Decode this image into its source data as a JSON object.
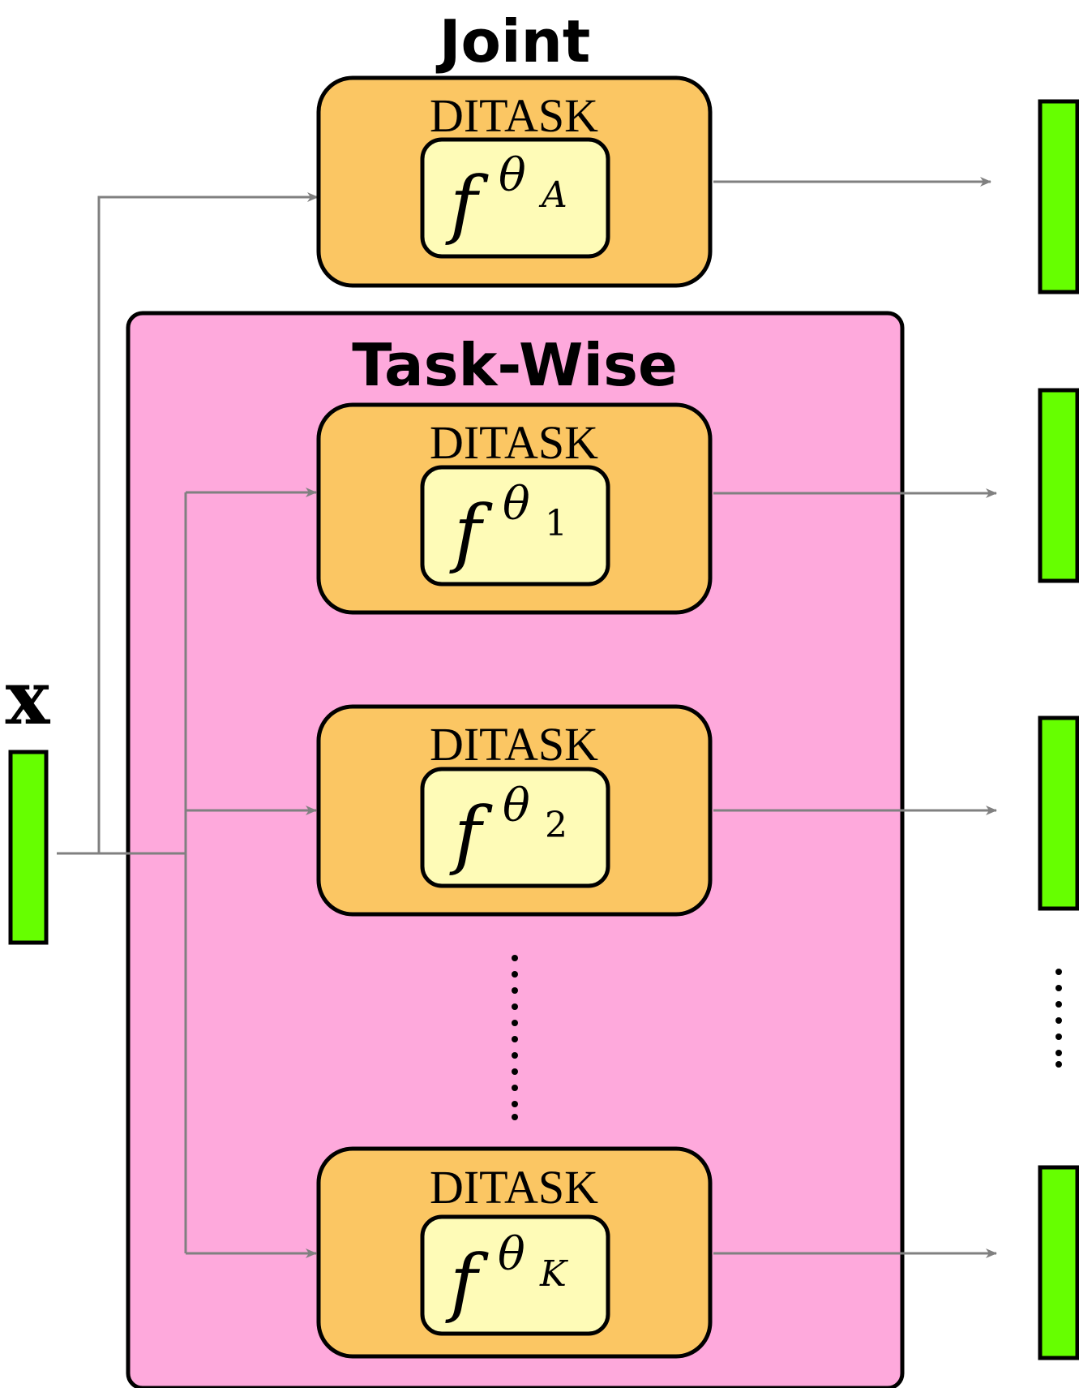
{
  "input": {
    "label": "x"
  },
  "joint": {
    "title": "Joint",
    "block_label": "DITASK",
    "func": "f",
    "param": "θ",
    "sub": "A"
  },
  "taskwise": {
    "title": "Task-Wise",
    "blocks": [
      {
        "block_label": "DITASK",
        "func": "f",
        "param": "θ",
        "sub": "1"
      },
      {
        "block_label": "DITASK",
        "func": "f",
        "param": "θ",
        "sub": "2"
      },
      {
        "block_label": "DITASK",
        "func": "f",
        "param": "θ",
        "sub": "K"
      }
    ]
  },
  "colors": {
    "feature_vector": "#66ff00",
    "module_outer": "#fbc663",
    "module_inner": "#fefbb7",
    "taskwise_bg": "#fea9dc",
    "arrow": "#808080"
  }
}
